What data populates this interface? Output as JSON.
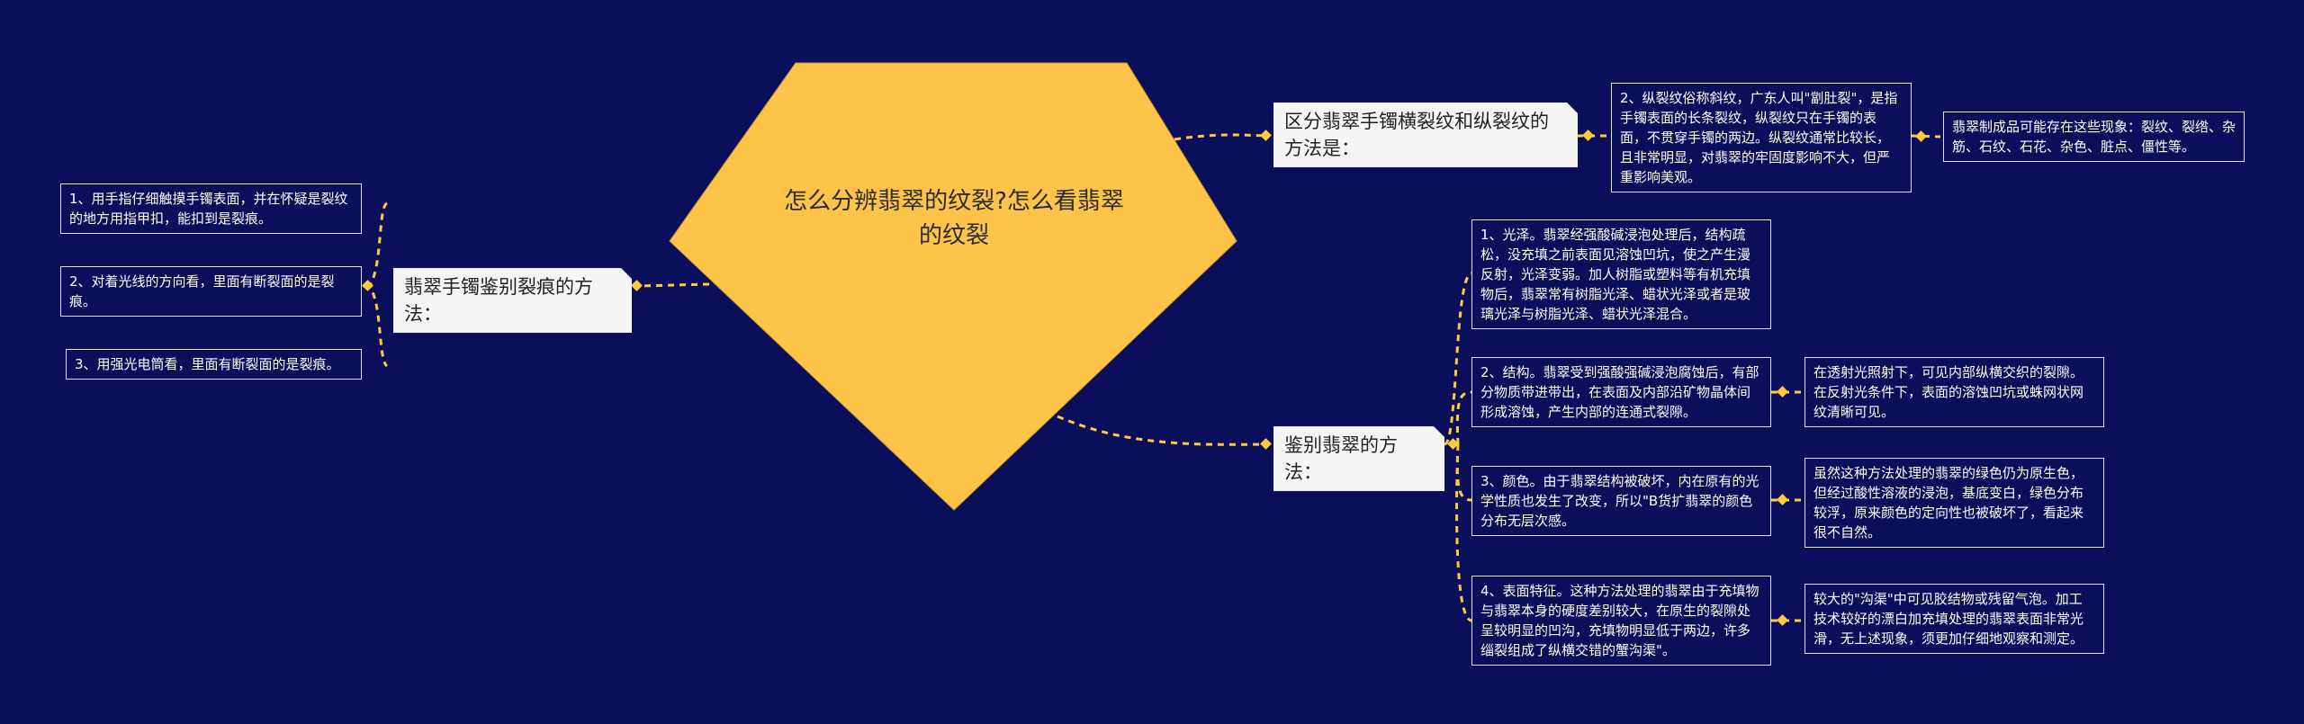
{
  "colors": {
    "background": "#0b0e5a",
    "central": "#fec44a",
    "connector": "#ffcb3c",
    "branch_fill": "#f5f5f5",
    "leaf_border": "#dfe3ff"
  },
  "central": {
    "title": "怎么分辨翡翠的纹裂?怎么看翡翠的纹裂"
  },
  "left": {
    "branch": "翡翠手镯鉴别裂痕的方法：",
    "items": [
      "1、用手指仔细触摸手镯表面，并在怀疑是裂纹的地方用指甲扣，能扣到是裂痕。",
      "2、对着光线的方向看，里面有断裂面的是裂痕。",
      "3、用强光电筒看，里面有断裂面的是裂痕。"
    ]
  },
  "right_top": {
    "branch": "区分翡翠手镯横裂纹和纵裂纹的方法是：",
    "item": "2、纵裂纹俗称斜纹，广东人叫\"劏肚裂\"，是指手镯表面的长条裂纹，纵裂纹只在手镯的表面，不贯穿手镯的两边。纵裂纹通常比较长，且非常明显，对翡翠的牢固度影响不大，但严重影响美观。",
    "sub": "翡翠制成品可能存在这些现象：裂纹、裂绺、杂筋、石纹、石花、杂色、脏点、僵性等。"
  },
  "right_bottom": {
    "branch": "鉴别翡翠的方法：",
    "items": [
      {
        "text": "1、光泽。翡翠经强酸碱浸泡处理后，结构疏松，没充填之前表面见溶蚀凹坑，使之产生漫反射，光泽变弱。加人树脂或塑料等有机充填物后，翡翠常有树脂光泽、蜡状光泽或者是玻璃光泽与树脂光泽、蜡状光泽混合。"
      },
      {
        "text": "2、结构。翡翠受到强酸强碱浸泡腐蚀后，有部分物质带进带出，在表面及内部沿矿物晶体间形成溶蚀，产生内部的连通式裂隙。",
        "sub": "在透射光照射下，可见内部纵横交织的裂隙。在反射光条件下，表面的溶蚀凹坑或蛛网状网纹清晰可见。"
      },
      {
        "text": "3、颜色。由于翡翠结构被破坏，内在原有的光学性质也发生了改变，所以\"B货扩翡翠的颜色分布无层次感。",
        "sub": "虽然这种方法处理的翡翠的绿色仍为原生色，但经过酸性溶液的浸泡，基底变白，绿色分布较浮，原来颜色的定向性也被破坏了，看起来很不自然。"
      },
      {
        "text": "4、表面特征。这种方法处理的翡翠由于充填物与翡翠本身的硬度差别较大，在原生的裂隙处呈较明显的凹沟，充填物明显低于两边，许多缁裂组成了纵横交错的蟹沟渠\"。",
        "sub": "较大的\"沟渠\"中可见胶结物或残留气泡。加工技术较好的漂白加充填处理的翡翠表面非常光滑，无上述现象，须更加仔细地观察和测定。"
      }
    ]
  }
}
